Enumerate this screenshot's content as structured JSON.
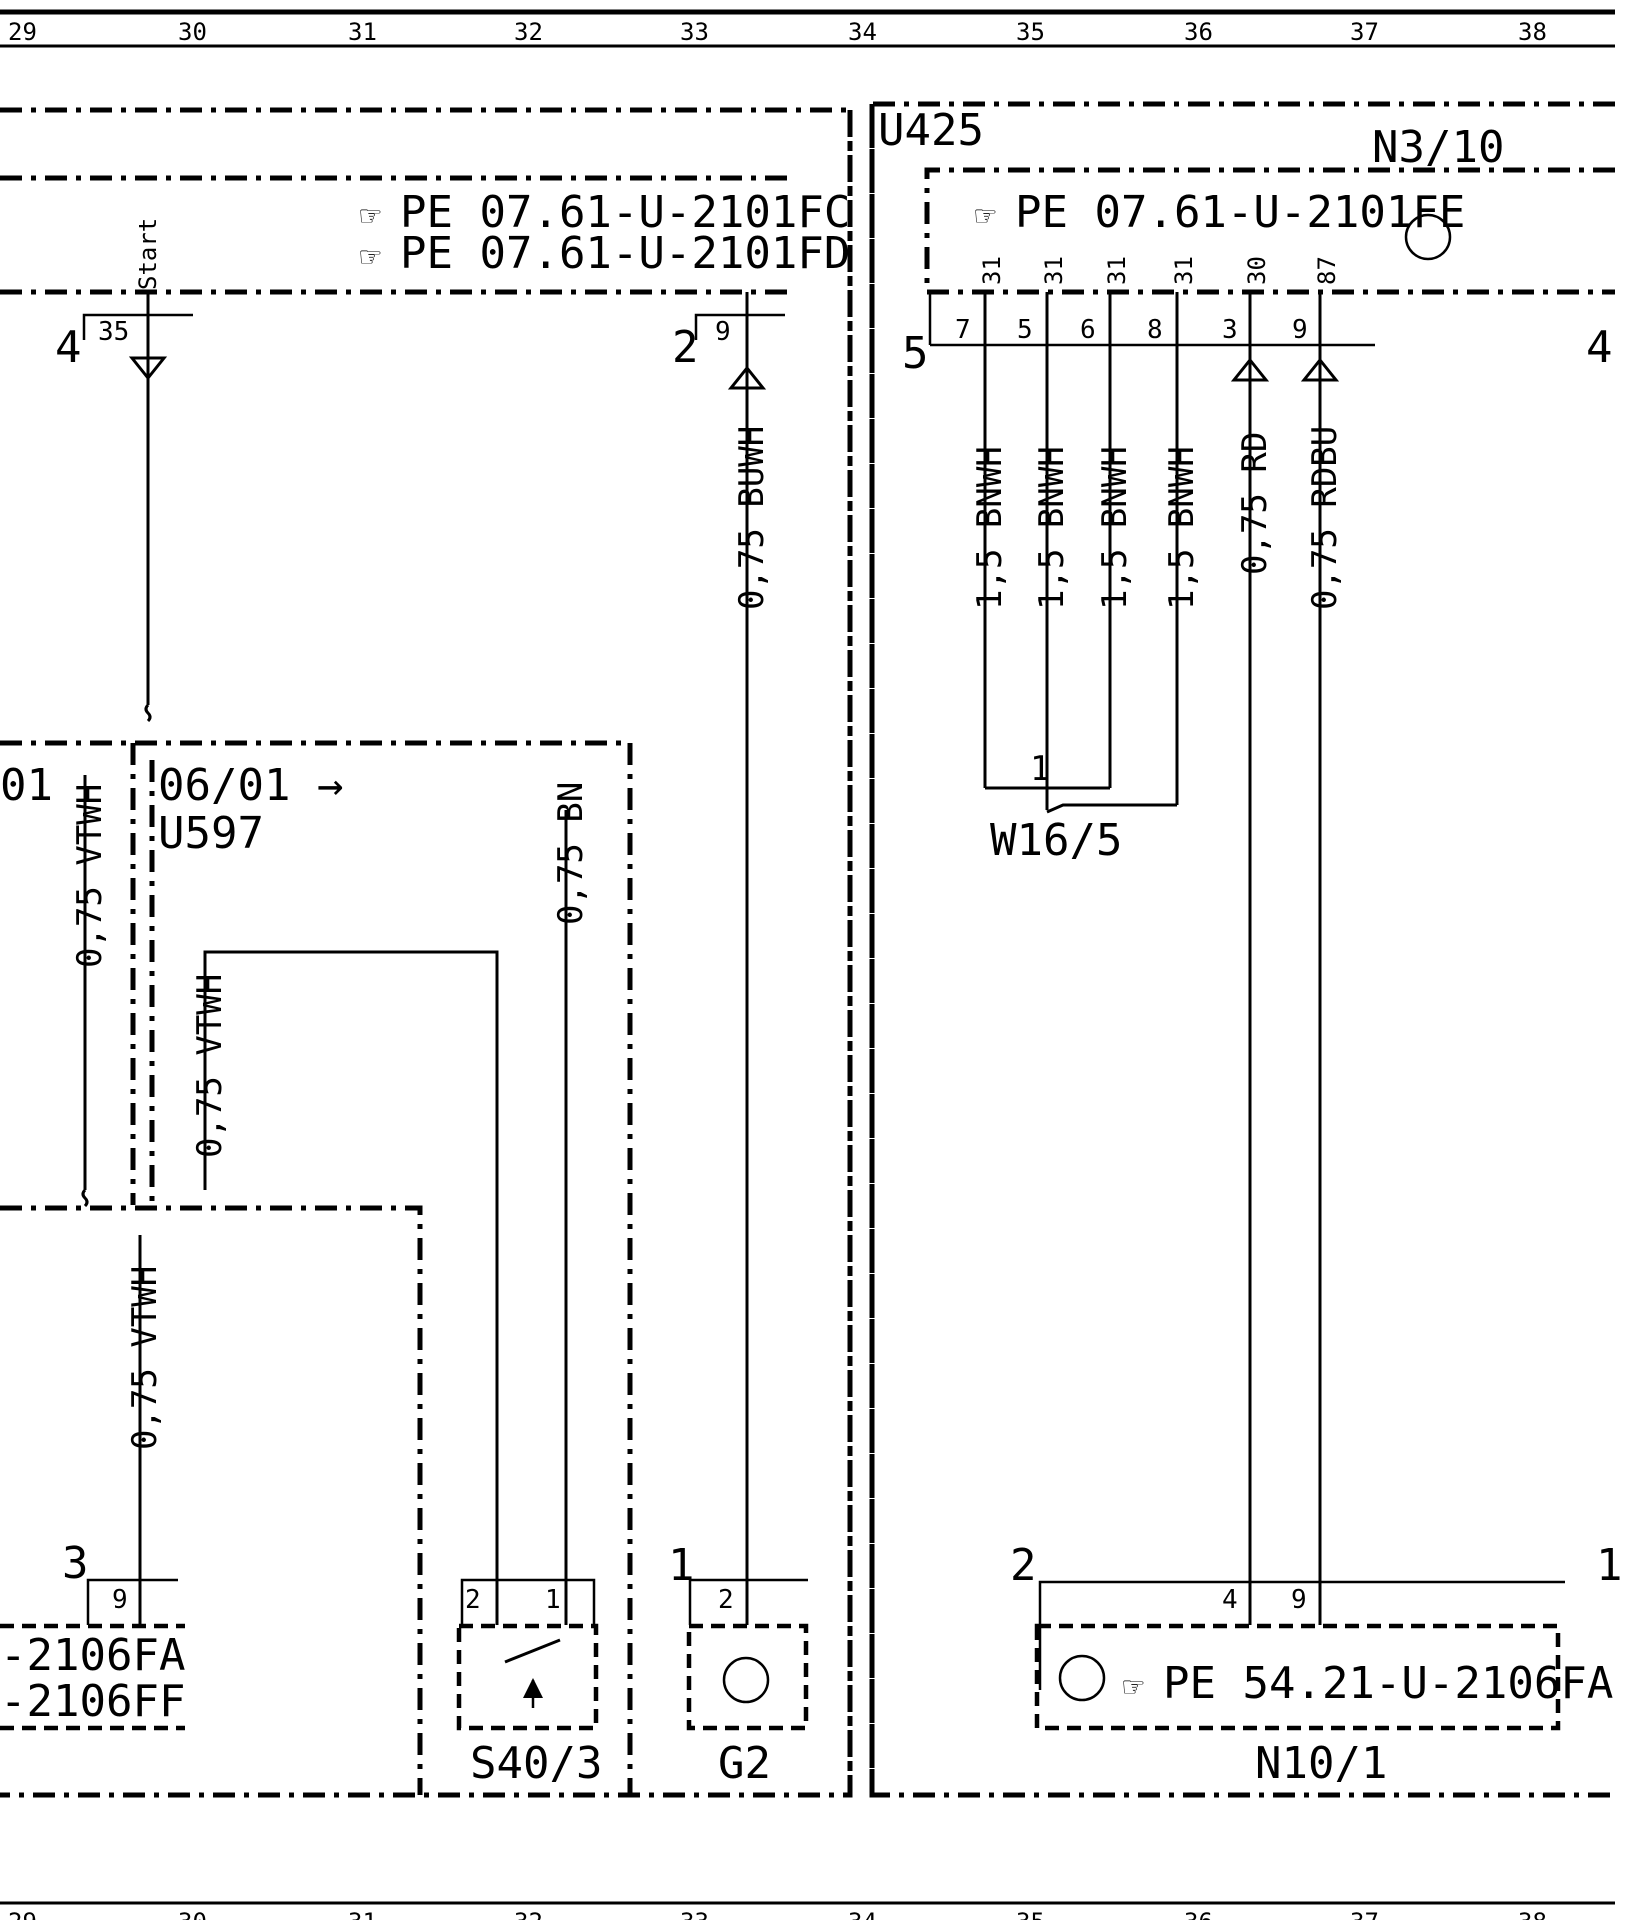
{
  "grid": {
    "columns": [
      "29",
      "30",
      "31",
      "32",
      "33",
      "34",
      "35",
      "36",
      "37",
      "38"
    ]
  },
  "references": {
    "fc": "PE 07.61-U-2101FC",
    "fd": "PE 07.61-U-2101FD",
    "fe": "PE 07.61-U-2101FE",
    "n10": "PE 54.21-U-2106FA",
    "left_fa": "-2106FA",
    "left_ff": "-2106FF"
  },
  "components": {
    "u425": "U425",
    "n3_10": "N3/10",
    "u597": "U597",
    "ref_0601": "06/01 →",
    "left_cut": "01",
    "w16_5": "W16/5",
    "s40_3": "S40/3",
    "g2": "G2",
    "n10_1": "N10/1"
  },
  "wires": {
    "buwh": "0,75 BUWH",
    "bnwh": "1,5 BNWH",
    "rd": "0,75 RD",
    "rdbu": "0,75 RDBU",
    "vtwh": "0,75 VTWH",
    "bn": "0,75 BN"
  },
  "pins": {
    "start": "Start",
    "p35": "35",
    "c4": "4",
    "c2": "2",
    "p9": "9",
    "t31": "31",
    "t30": "30",
    "t87": "87",
    "p7": "7",
    "p5": "5",
    "p6": "6",
    "p8": "8",
    "p3": "3",
    "c5": "5",
    "c4r": "4",
    "w1": "1",
    "c3": "3",
    "s2": "2",
    "s1": "1",
    "g1": "1",
    "g2pin": "2",
    "n2": "2",
    "n4": "4",
    "n9": "9",
    "n1": "1"
  }
}
